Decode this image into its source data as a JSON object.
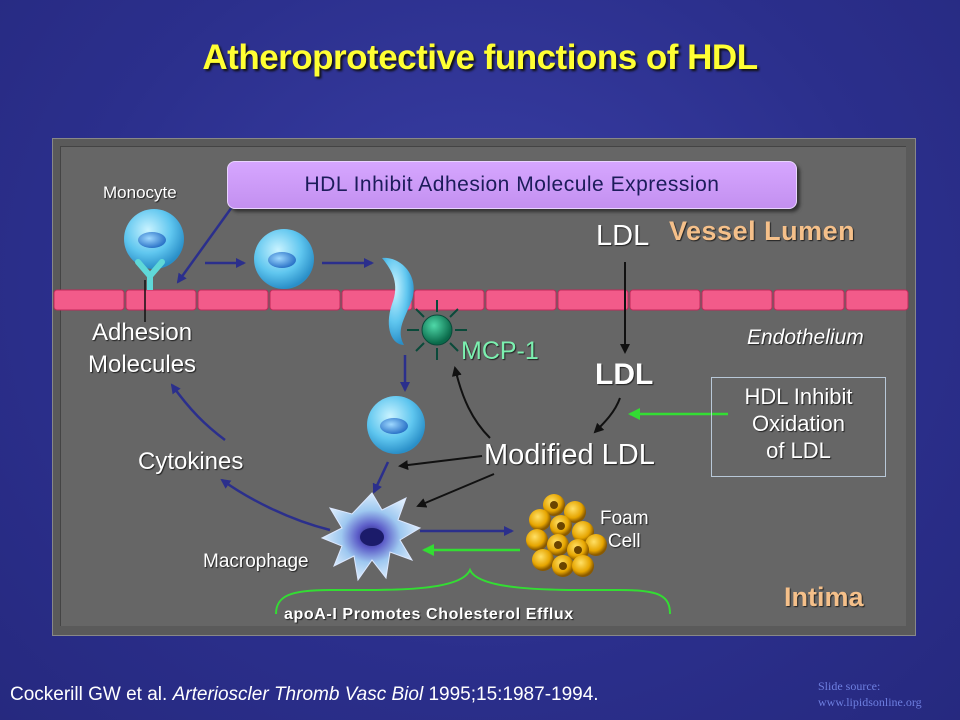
{
  "title": "Atheroprotective functions of HDL",
  "banner": "HDL Inhibit Adhesion Molecule Expression",
  "labels": {
    "monocyte": "Monocyte",
    "ldl_lumen": "LDL",
    "vessel_lumen": "Vessel Lumen",
    "adhesion_line1": "Adhesion",
    "adhesion_line2": "Molecules",
    "endothelium": "Endothelium",
    "mcp1": "MCP-1",
    "ldl_intima": "LDL",
    "cytokines": "Cytokines",
    "modified_ldl": "Modified LDL",
    "foam_line1": "Foam",
    "foam_line2": "Cell",
    "macrophage": "Macrophage",
    "intima": "Intima",
    "apoa1": "apoA-I Promotes Cholesterol Efflux"
  },
  "oxidation_box": [
    "HDL Inhibit",
    "Oxidation",
    "of LDL"
  ],
  "citation": {
    "authors": "Cockerill GW et al.",
    "journal": "Arterioscler Thromb Vasc Biol",
    "details": "1995;15:1987-1994."
  },
  "source": [
    "Slide source:",
    "www.lipidsonline.org"
  ],
  "colors": {
    "background": "#2e3192",
    "title": "#ffff33",
    "highlight_label": "#f5c08a",
    "mcp1": "#7cf0b0",
    "green_arrow": "#33dd33",
    "dark_arrow": "#2b2f8c",
    "endothelium_cell": "#f25b8a"
  }
}
